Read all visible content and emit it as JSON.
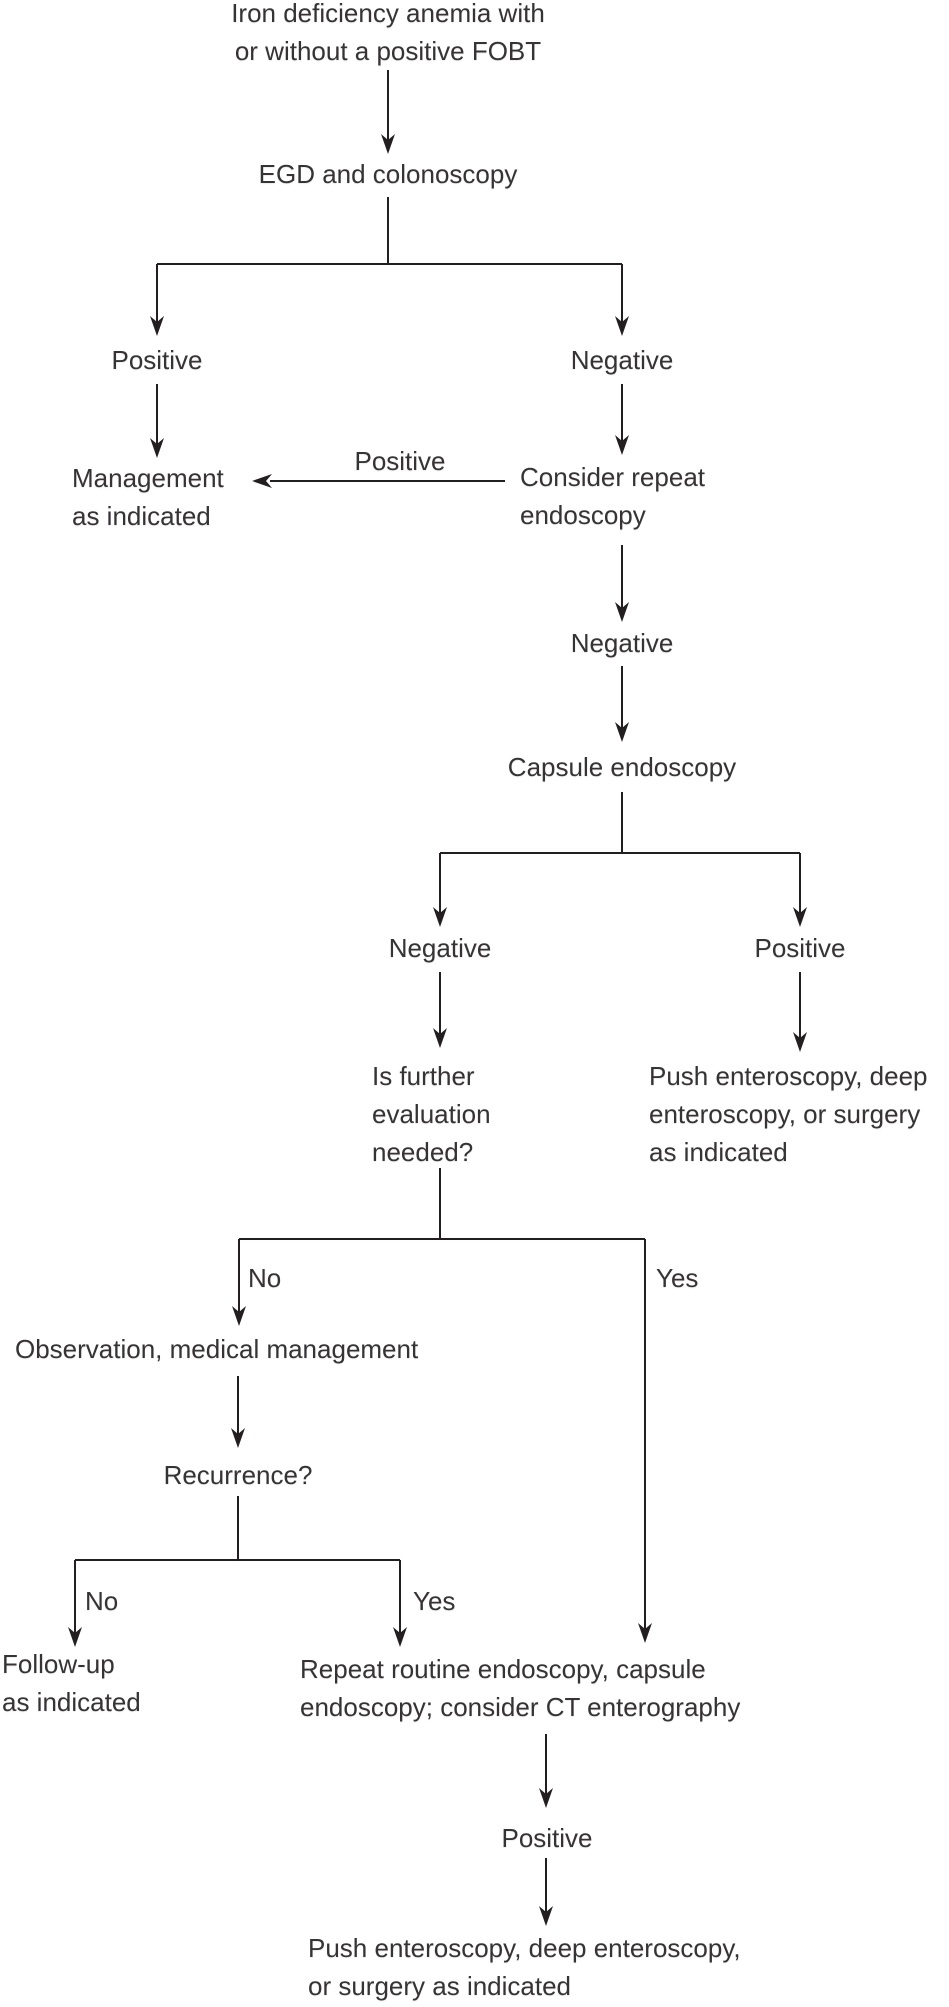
{
  "diagram": {
    "type": "flowchart",
    "background_color": "#ffffff",
    "text_color": "#363335",
    "line_color": "#231f20"
  },
  "nodes": {
    "start": "Iron deficiency anemia with\nor without a positive FOBT",
    "egd_colonoscopy": "EGD and colonoscopy",
    "management": "Management\nas indicated",
    "consider_repeat": "Consider repeat\nendoscopy",
    "capsule_endoscopy": "Capsule endoscopy",
    "further_evaluation": "Is further\nevaluation\nneeded?",
    "push_enteroscopy_upper": "Push enteroscopy, deep\nenteroscopy, or surgery\nas indicated",
    "observation": "Observation, medical management",
    "recurrence": "Recurrence?",
    "follow_up": "Follow-up\nas indicated",
    "repeat_routine": "Repeat routine endoscopy, capsule\nendoscopy; consider CT enterography",
    "push_enteroscopy_lower": "Push enteroscopy, deep enteroscopy,\nor surgery as indicated"
  },
  "edge_labels": {
    "egd_positive": "Positive",
    "egd_negative": "Negative",
    "repeat_endoscopy_positive": "Positive",
    "repeat_endoscopy_negative": "Negative",
    "capsule_negative": "Negative",
    "capsule_positive": "Positive",
    "further_no": "No",
    "further_yes": "Yes",
    "recurrence_no": "No",
    "recurrence_yes": "Yes",
    "final_positive": "Positive"
  }
}
